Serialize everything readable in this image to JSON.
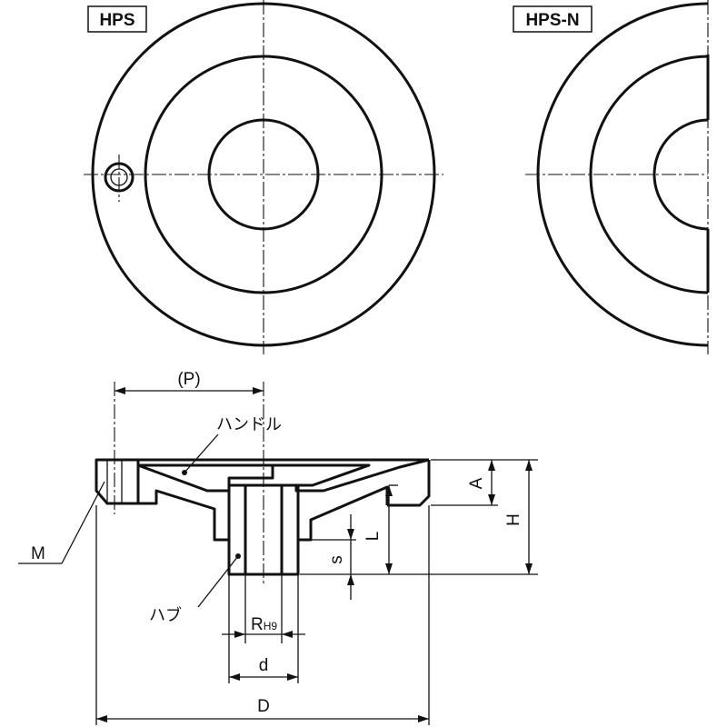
{
  "views": {
    "hps_label": "HPS",
    "hps_n_label": "HPS-N"
  },
  "dimensions": {
    "P": "(P)",
    "A": "A",
    "H": "H",
    "L": "L",
    "s": "s",
    "M": "M",
    "R_base": "R",
    "R_tolerance": "H9",
    "d": "d",
    "D": "D"
  },
  "parts": {
    "handle": "ハンドル",
    "hub": "ハブ"
  }
}
